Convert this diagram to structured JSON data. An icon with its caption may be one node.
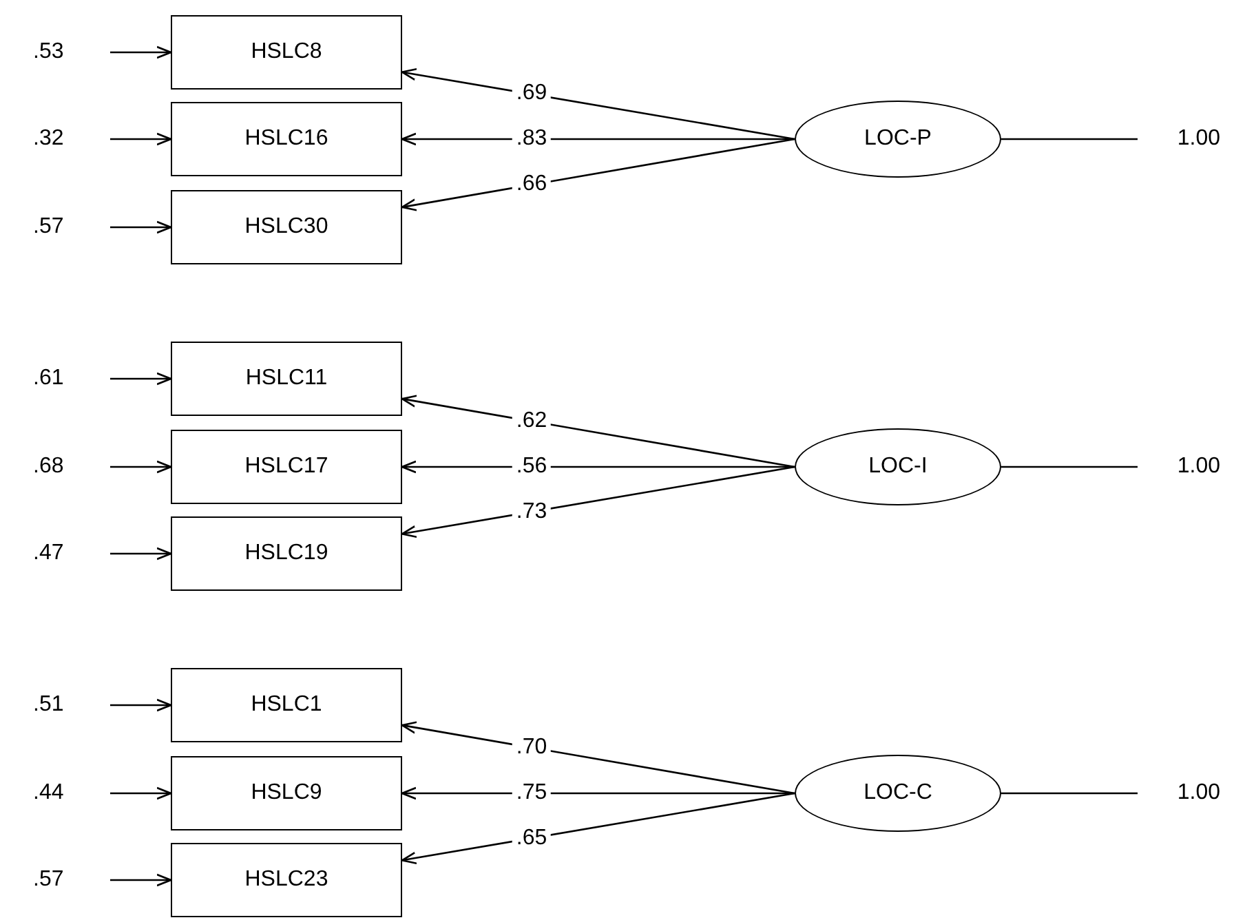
{
  "diagram": {
    "nodes": [
      {
        "text": [
          ".53"
        ]
      },
      {
        "text": [
          "HSLC8"
        ]
      },
      {
        "text": [
          ".32"
        ]
      },
      {
        "text": [
          "HSLC16"
        ]
      },
      {
        "text": [
          ".57"
        ]
      },
      {
        "text": [
          "HSLC30"
        ]
      },
      {
        "text": [
          "LOC-P"
        ]
      },
      {
        "text": [
          "1.00"
        ]
      },
      {
        "text": [
          ".61"
        ]
      },
      {
        "text": [
          "HSLC11"
        ]
      },
      {
        "text": [
          ".68"
        ]
      },
      {
        "text": [
          "HSLC17"
        ]
      },
      {
        "text": [
          ".47"
        ]
      },
      {
        "text": [
          "HSLC19"
        ]
      },
      {
        "text": [
          "LOC-I"
        ]
      },
      {
        "text": [
          "1.00"
        ]
      },
      {
        "text": [
          ".51"
        ]
      },
      {
        "text": [
          "HSLC1"
        ]
      },
      {
        "text": [
          ".44"
        ]
      },
      {
        "text": [
          "HSLC9"
        ]
      },
      {
        "text": [
          ".57"
        ]
      },
      {
        "text": [
          "HSLC23"
        ]
      },
      {
        "text": [
          "LOC-C"
        ]
      },
      {
        "text": [
          "1.00"
        ]
      }
    ],
    "edges": [
      {
        "from": 0,
        "to": 1,
        "arrow": "to"
      },
      {
        "from": 2,
        "to": 3,
        "arrow": "to"
      },
      {
        "from": 4,
        "to": 5,
        "arrow": "to"
      },
      {
        "from": 6,
        "to": 1,
        "arrow": "to",
        "label": ".69"
      },
      {
        "from": 6,
        "to": 3,
        "arrow": "to",
        "label": ".83"
      },
      {
        "from": 6,
        "to": 5,
        "arrow": "to",
        "label": ".66"
      },
      {
        "from": 6,
        "to": 7,
        "arrow": "none"
      },
      {
        "from": 8,
        "to": 9,
        "arrow": "to"
      },
      {
        "from": 10,
        "to": 11,
        "arrow": "to"
      },
      {
        "from": 12,
        "to": 13,
        "arrow": "to"
      },
      {
        "from": 14,
        "to": 9,
        "arrow": "to",
        "label": ".62"
      },
      {
        "from": 14,
        "to": 11,
        "arrow": "to",
        "label": ".56"
      },
      {
        "from": 14,
        "to": 13,
        "arrow": "to",
        "label": ".73"
      },
      {
        "from": 14,
        "to": 15,
        "arrow": "none"
      },
      {
        "from": 16,
        "to": 17,
        "arrow": "to"
      },
      {
        "from": 18,
        "to": 19,
        "arrow": "to"
      },
      {
        "from": 20,
        "to": 21,
        "arrow": "to"
      },
      {
        "from": 22,
        "to": 17,
        "arrow": "to",
        "label": ".70"
      },
      {
        "from": 22,
        "to": 19,
        "arrow": "to",
        "label": ".75"
      },
      {
        "from": 22,
        "to": 21,
        "arrow": "to",
        "label": ".65"
      },
      {
        "from": 22,
        "to": 23,
        "arrow": "none"
      }
    ]
  }
}
